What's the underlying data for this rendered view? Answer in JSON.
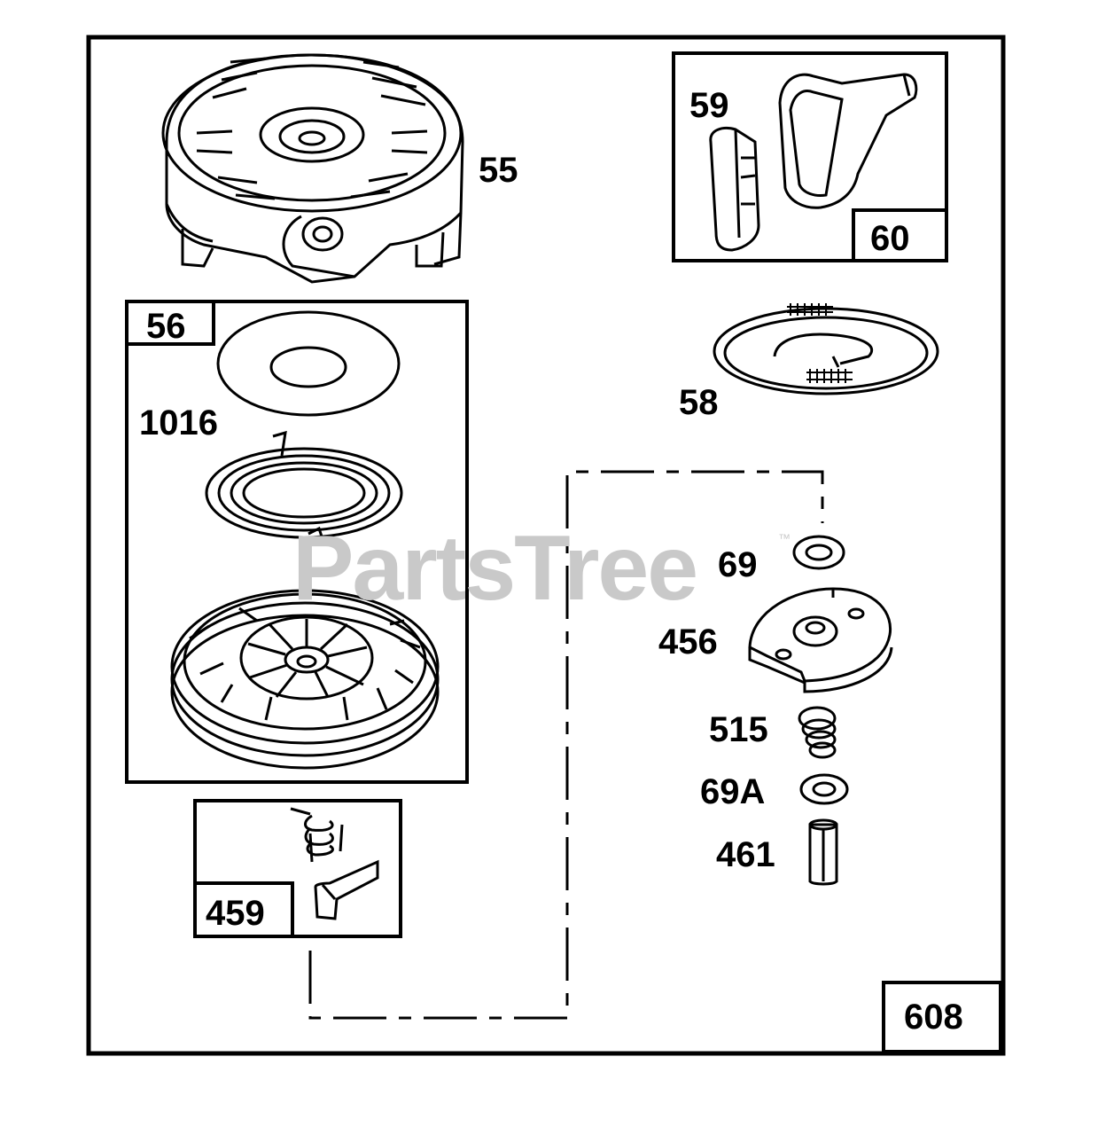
{
  "watermark": {
    "text": "PartsTree",
    "trademark": "™"
  },
  "callouts": {
    "housing": "55",
    "pulley_group": "56",
    "washer_top": "1016",
    "rope": "58",
    "handle_insert": "59",
    "handle": "60",
    "washer_69": "69",
    "retainer": "456",
    "spring_515": "515",
    "washer_69a": "69A",
    "pin": "461",
    "pawl_group": "459",
    "assembly": "608"
  },
  "colors": {
    "line": "#000000",
    "watermark": "#c9c9c9",
    "background": "#ffffff"
  }
}
